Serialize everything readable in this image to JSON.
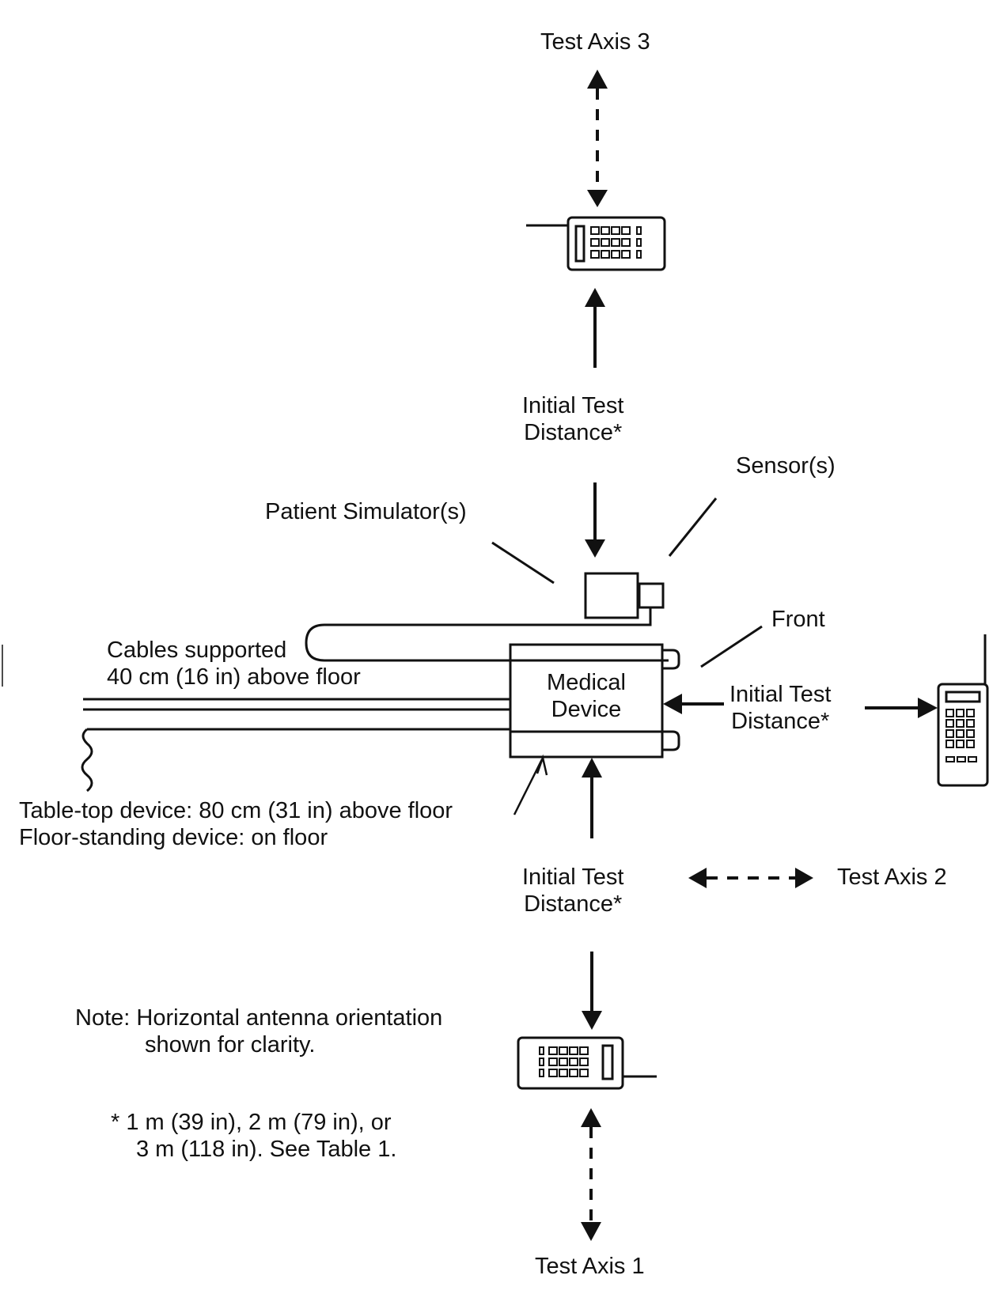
{
  "labels": {
    "test_axis_3": "Test Axis 3",
    "test_axis_2": "Test Axis 2",
    "test_axis_1": "Test Axis 1",
    "initial_distance_top": [
      "Initial Test",
      "Distance*"
    ],
    "initial_distance_right": [
      "Initial Test",
      "Distance*"
    ],
    "initial_distance_bottom": [
      "Initial Test",
      "Distance*"
    ],
    "sensors": "Sensor(s)",
    "patient_simulator": "Patient Simulator(s)",
    "front": "Front",
    "cables": [
      "Cables supported",
      "40 cm (16 in) above floor"
    ],
    "medical_device": [
      "Medical",
      "Device"
    ],
    "table_top": "Table-top device: 80 cm (31 in) above floor",
    "floor_standing": "Floor-standing device: on floor",
    "note": [
      "Note: Horizontal antenna orientation",
      "shown for clarity."
    ],
    "footnote": [
      "*  1 m (39 in), 2 m (79 in), or",
      "3 m (118 in).  See Table 1."
    ]
  },
  "colors": {
    "ink": "#111111",
    "background": "#ffffff"
  },
  "icons": [
    "handheld-radio-icon",
    "cable-coil-icon",
    "arrow-icon"
  ]
}
